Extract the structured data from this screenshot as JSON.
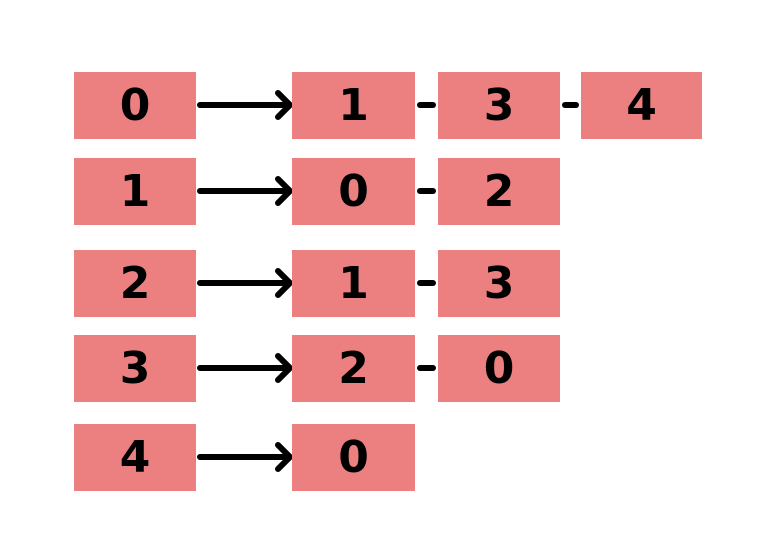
{
  "colors": {
    "node_fill": "#EC8080",
    "edge": "#000000",
    "background": "#FFFFFF"
  },
  "adjacency_list": [
    {
      "vertex": "0",
      "neighbors": [
        "1",
        "3",
        "4"
      ]
    },
    {
      "vertex": "1",
      "neighbors": [
        "0",
        "2"
      ]
    },
    {
      "vertex": "2",
      "neighbors": [
        "1",
        "3"
      ]
    },
    {
      "vertex": "3",
      "neighbors": [
        "2",
        "0"
      ]
    },
    {
      "vertex": "4",
      "neighbors": [
        "0"
      ]
    }
  ]
}
